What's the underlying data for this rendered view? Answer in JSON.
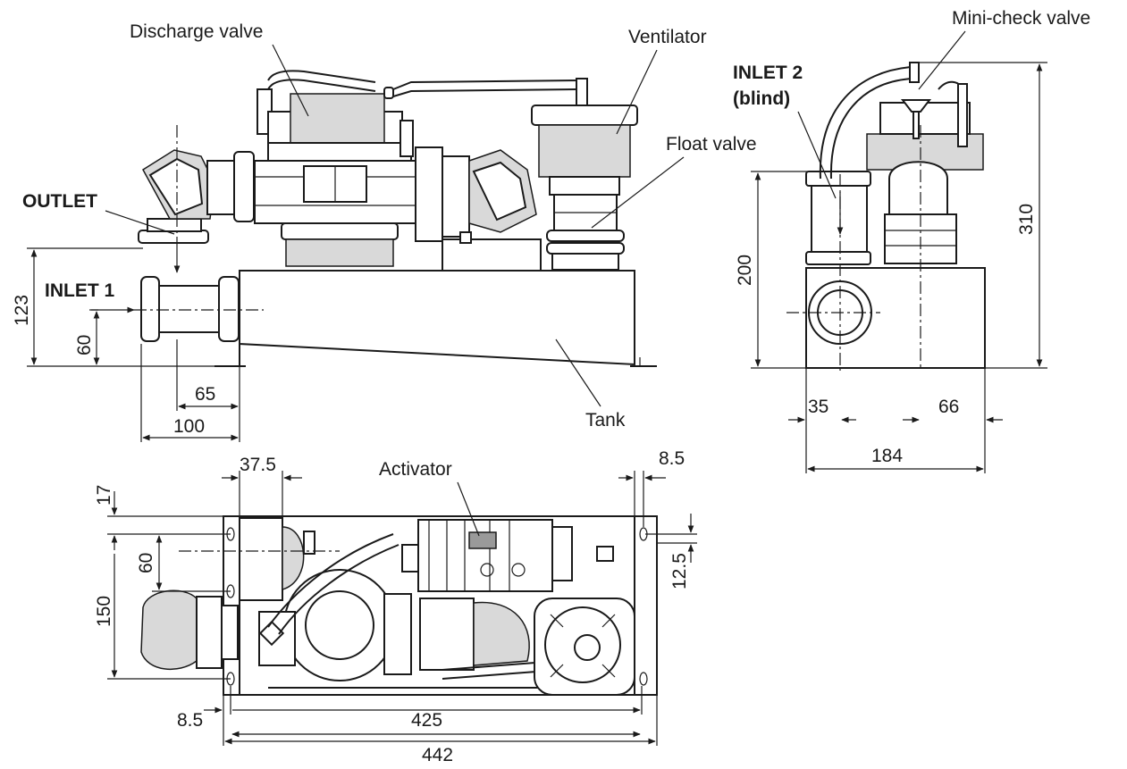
{
  "labels": {
    "discharge_valve": "Discharge valve",
    "ventilator": "Ventilator",
    "mini_check_valve": "Mini-check valve",
    "float_valve": "Float valve",
    "outlet": "OUTLET",
    "inlet1": "INLET 1",
    "inlet2_line1": "INLET 2",
    "inlet2_line2": "(blind)",
    "tank": "Tank",
    "activator": "Activator"
  },
  "dimensions": {
    "front": {
      "d123": "123",
      "d60": "60",
      "d65": "65",
      "d100": "100"
    },
    "side": {
      "d200": "200",
      "d310": "310",
      "d35": "35",
      "d66": "66",
      "d184": "184"
    },
    "top": {
      "d37_5": "37.5",
      "d8_5_right": "8.5",
      "d17": "17",
      "d60": "60",
      "d150": "150",
      "d12_5": "12.5",
      "d8_5_left": "8.5",
      "d425": "425",
      "d442": "442"
    }
  },
  "colors": {
    "line": "#1a1a1a",
    "fill": "#d9d9d9",
    "dark": "#9a9a9a"
  }
}
